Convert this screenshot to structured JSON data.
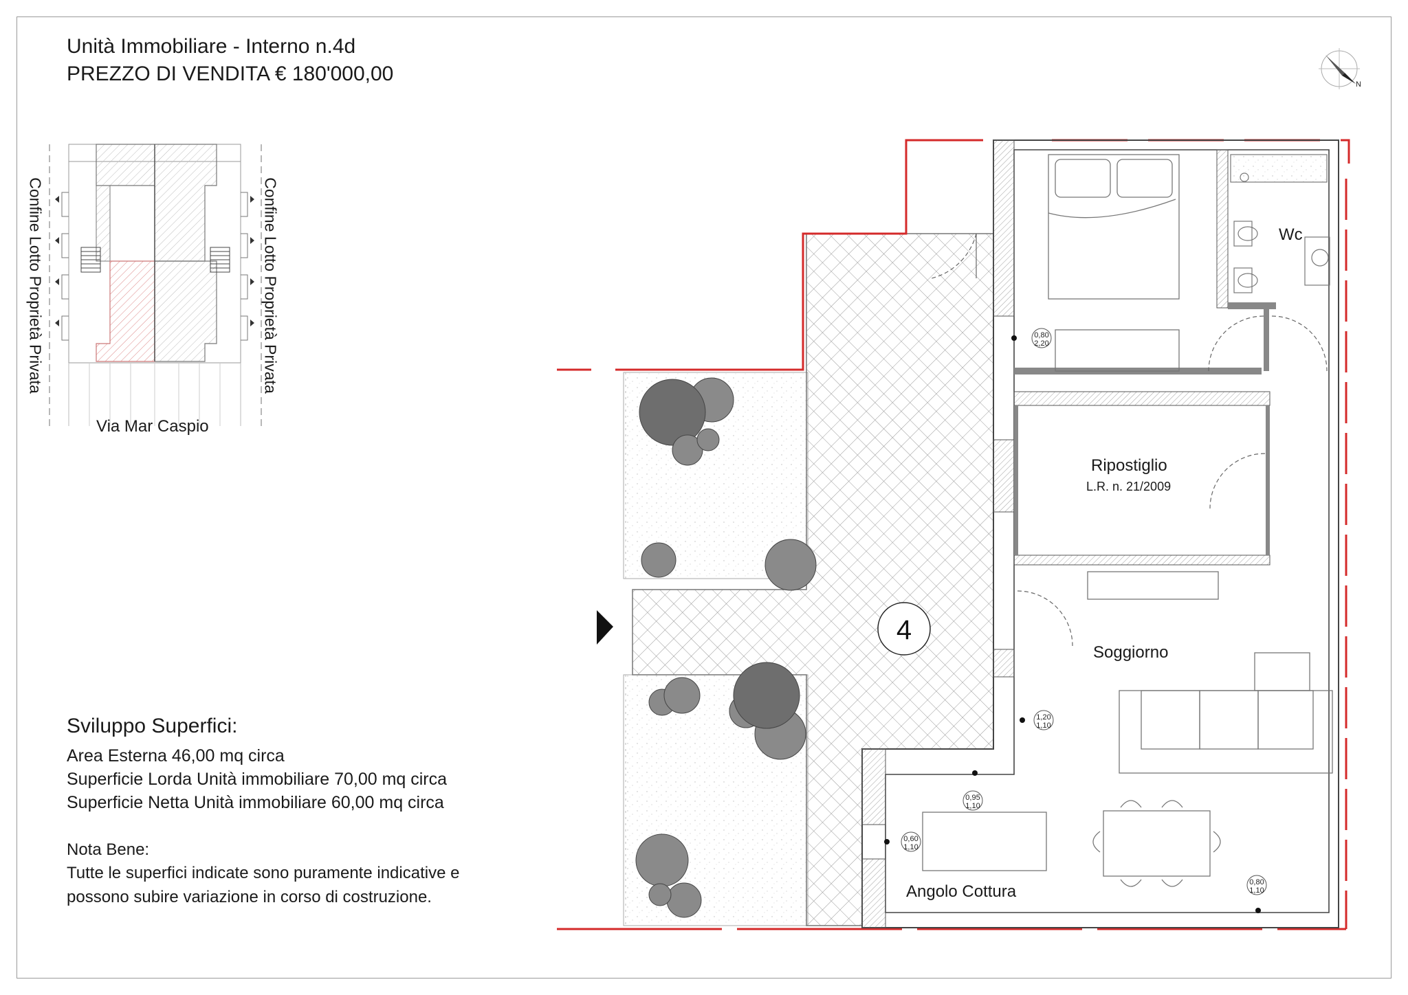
{
  "header": {
    "unit": "Unità Immobiliare - Interno n.4d",
    "price": "PREZZO DI VENDITA € 180'000,00"
  },
  "site_plan": {
    "left_label": "Confine Lotto Proprietà Privata",
    "right_label": "Confine Lotto Proprietà Privata",
    "street": "Via Mar Caspio"
  },
  "surfaces": {
    "heading": "Sviluppo Superfici:",
    "lines": [
      "Area Esterna 46,00 mq circa",
      "Superficie Lorda Unità immobiliare 70,00 mq circa",
      "Superficie Netta Unità immobiliare 60,00 mq circa"
    ]
  },
  "note": {
    "heading": "Nota Bene:",
    "text": "Tutte le superfici indicate sono puramente indicative e possono subire variazione in corso di costruzione."
  },
  "plan": {
    "unit_number": "4",
    "rooms": {
      "wc": "Wc",
      "storage": "Ripostiglio",
      "storage_note": "L.R. n. 21/2009",
      "living": "Soggiorno",
      "kitchen": "Angolo Cottura"
    },
    "openings": [
      {
        "w": "0,80",
        "h": "2,20"
      },
      {
        "w": "1,20",
        "h": "1,10"
      },
      {
        "w": "0,95",
        "h": "1,10"
      },
      {
        "w": "0,60",
        "h": "1,10"
      },
      {
        "w": "0,80",
        "h": "1,10"
      }
    ],
    "compass_label": "N"
  },
  "colors": {
    "boundary": "#d42a2a",
    "wall": "#6a6a6a",
    "tree": "#7a7a7a",
    "hatch": "#b03030"
  }
}
